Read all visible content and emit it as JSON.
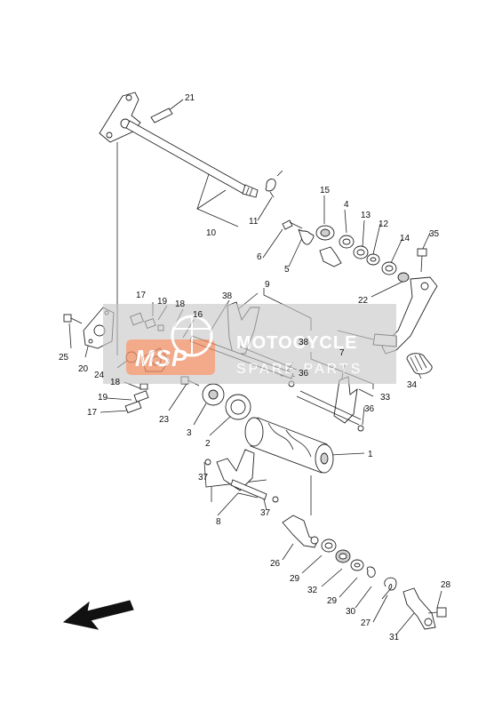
{
  "watermark": {
    "brand": "MSP",
    "line1": "MOTOCYCLE",
    "line2": "SPARE PARTS",
    "accent_color": "#f28c5e",
    "band_color": "#c8c8c8"
  },
  "callouts": [
    "1",
    "2",
    "3",
    "4",
    "5",
    "6",
    "7",
    "8",
    "9",
    "10",
    "11",
    "12",
    "13",
    "14",
    "15",
    "16",
    "17",
    "18",
    "19",
    "20",
    "21",
    "22",
    "23",
    "24",
    "25",
    "26",
    "27",
    "28",
    "29",
    "30",
    "31",
    "32",
    "33",
    "34",
    "35",
    "36",
    "37",
    "38"
  ],
  "icons": {
    "direction_arrow": "front-direction-arrow-icon"
  }
}
